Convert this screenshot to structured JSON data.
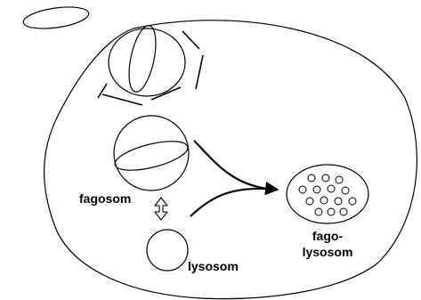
{
  "labels": {
    "phagosome": "fagosom",
    "lysosome": "lysosom",
    "phagolysosome_line1": "fago-",
    "phagolysosome_line2": "lysosom"
  },
  "colors": {
    "stroke": "#000000",
    "background": "#ffffff"
  }
}
